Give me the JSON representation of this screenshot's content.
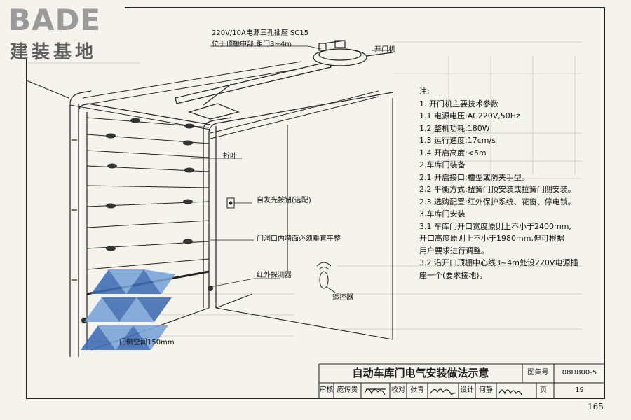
{
  "logo": {
    "brand": "BADE",
    "subtitle": "建装基地"
  },
  "labels": {
    "socket": "220V/10A电源三孔插座  SC15",
    "socket_position": "位于顶棚中部,距门3~4m",
    "opener": "开门机",
    "folding_leaf": "折叶",
    "light_button": "自发光按钮(选配)",
    "wall_plane": "门洞口内墙面必须垂直平整",
    "ir_detector": "红外探测器",
    "remote": "遥控器",
    "side_space": "门侧空间150mm"
  },
  "notes": [
    "注:",
    "1. 开门机主要技术参数",
    "1.1  电源电压:AC220V,50Hz",
    "1.2  整机功耗:180W",
    "1.3  运行速度:17cm/s",
    "1.4  开启高度:<5m",
    "2.车库门装备",
    "2.1  开启接口:槽型或防夹手型。",
    "2.2  平衡方式:扭簧门顶安装或拉簧门侧安装。",
    "2.3  选购配置:红外保护系统、花窗、停电锁。",
    "3.车库门安装",
    "3.1  车库门开口宽度原则上不小于2400mm,",
    "开口高度原则上不小于1980mm,但可根据",
    "用户要求进行调整。",
    "3.2  沿开口顶棚中心线3~4m处设220V电源插",
    "座一个(要求接地)。"
  ],
  "titleblock": {
    "title": "自动车库门电气安装做法示意",
    "atlas_label": "图集号",
    "atlas_no": "08D800-5",
    "row": [
      "审核",
      "庞传贵",
      "",
      "校对",
      "张青",
      "",
      "设计",
      "何静",
      "",
      "页",
      "19"
    ]
  },
  "page_number": "165"
}
